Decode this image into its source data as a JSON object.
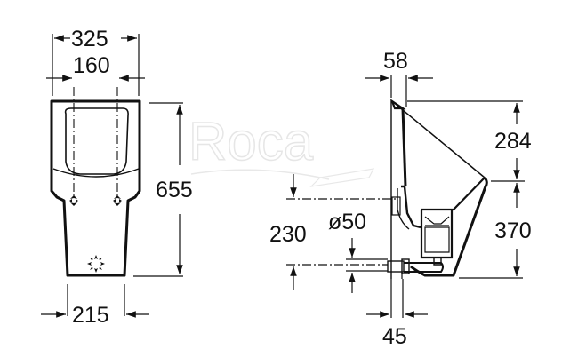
{
  "diagram": {
    "subject": "Urinal technical dimension drawing",
    "watermark": "Roca",
    "units": "mm",
    "colors": {
      "line": "#111111",
      "background": "#ffffff",
      "watermark": "#e6e6e6"
    },
    "front_view": {
      "overall_width": "325",
      "fixing_spacing": "160",
      "base_width": "215",
      "overall_height": "655"
    },
    "side_view": {
      "top_depth": "58",
      "upper_height": "284",
      "lower_height": "370",
      "inlet_to_outlet_height": "230",
      "outlet_diameter": "ø50",
      "outlet_depth": "45"
    }
  }
}
